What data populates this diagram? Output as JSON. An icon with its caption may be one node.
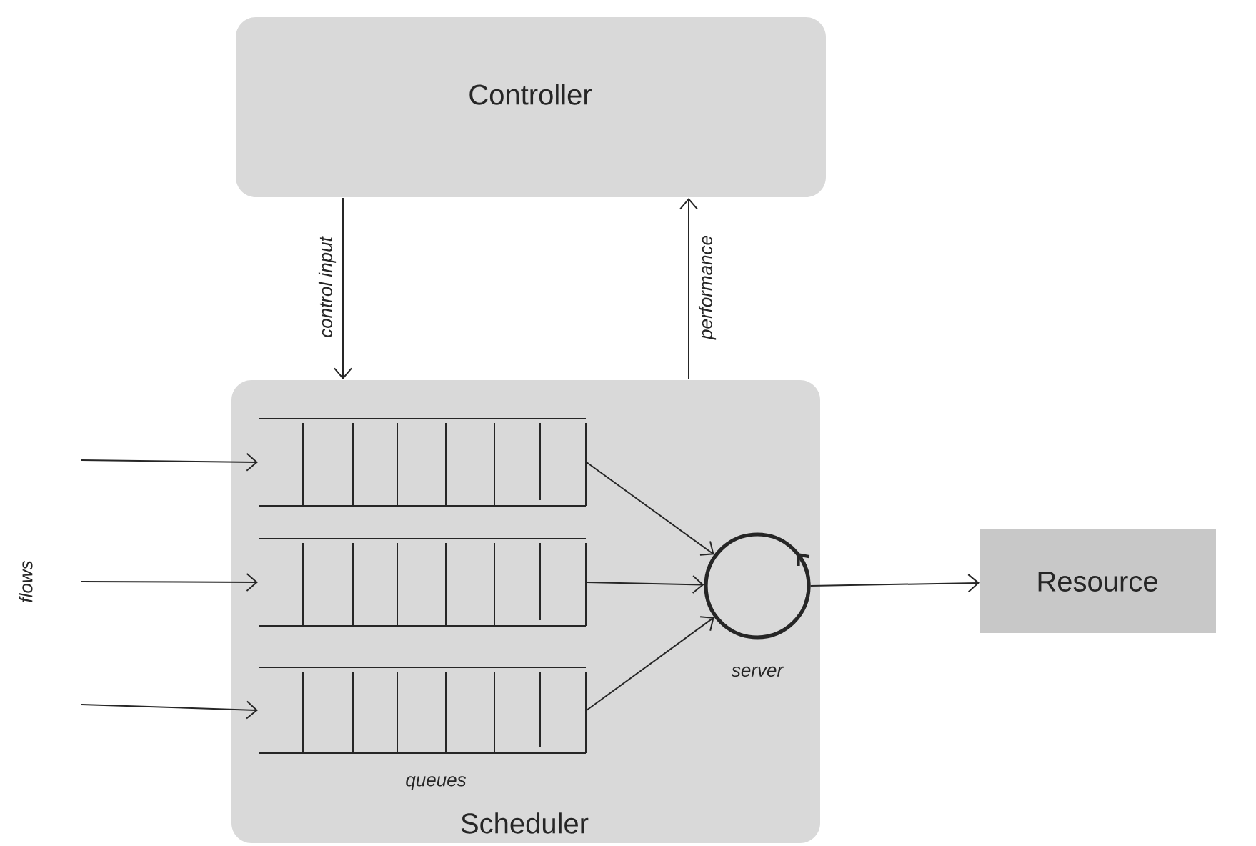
{
  "diagram": {
    "nodes": [
      {
        "text": [
          "Controller"
        ]
      },
      {
        "text": [
          "Scheduler"
        ]
      },
      {
        "text": [],
        "shape": "box",
        "in": 1
      },
      {
        "text": [],
        "shape": "box",
        "in": 1
      },
      {
        "text": [],
        "shape": "box",
        "in": 1
      },
      {
        "text": [],
        "shape": "circle",
        "in": 1,
        "beside": [
          "server"
        ]
      },
      {
        "text": [
          "Resource"
        ]
      }
    ],
    "edges": [
      {
        "from": 0,
        "to": 1,
        "arrow": "to",
        "label": "control input"
      },
      {
        "from": 1,
        "to": 0,
        "arrow": "to",
        "label": "performance"
      },
      {
        "from": null,
        "to": 2,
        "arrow": "to"
      },
      {
        "from": null,
        "to": 3,
        "arrow": "to"
      },
      {
        "from": null,
        "to": 4,
        "arrow": "to"
      },
      {
        "from": 2,
        "to": 5,
        "arrow": "to"
      },
      {
        "from": 3,
        "to": 5,
        "arrow": "to"
      },
      {
        "from": 4,
        "to": 5,
        "arrow": "to"
      },
      {
        "from": 5,
        "to": 6,
        "arrow": "to"
      }
    ],
    "labels": [
      "flows",
      "queues"
    ]
  }
}
